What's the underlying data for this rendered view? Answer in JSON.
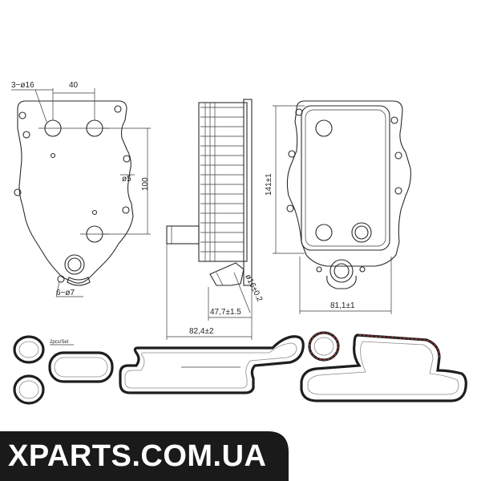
{
  "dimensions": {
    "holes_large": "3−ø16",
    "top_spacing": "40",
    "small_hole": "ø5",
    "height_spacing": "100",
    "holes_small": "6−ø7",
    "core_height": "141±1",
    "pipe_diameter": "ø16±0.2",
    "pipe_offset": "47,7±1.5",
    "total_depth": "82,4±2",
    "core_width": "81,1±1"
  },
  "gasket_label": "2pcs/Set",
  "watermark": {
    "text": "XPARTS.COM.UA",
    "background": "#1a1a1a",
    "text_color": "#ffffff"
  },
  "colors": {
    "line": "#2a2a2a",
    "gasket": "#1e1e1e",
    "gasket_accent": "#b03838"
  }
}
